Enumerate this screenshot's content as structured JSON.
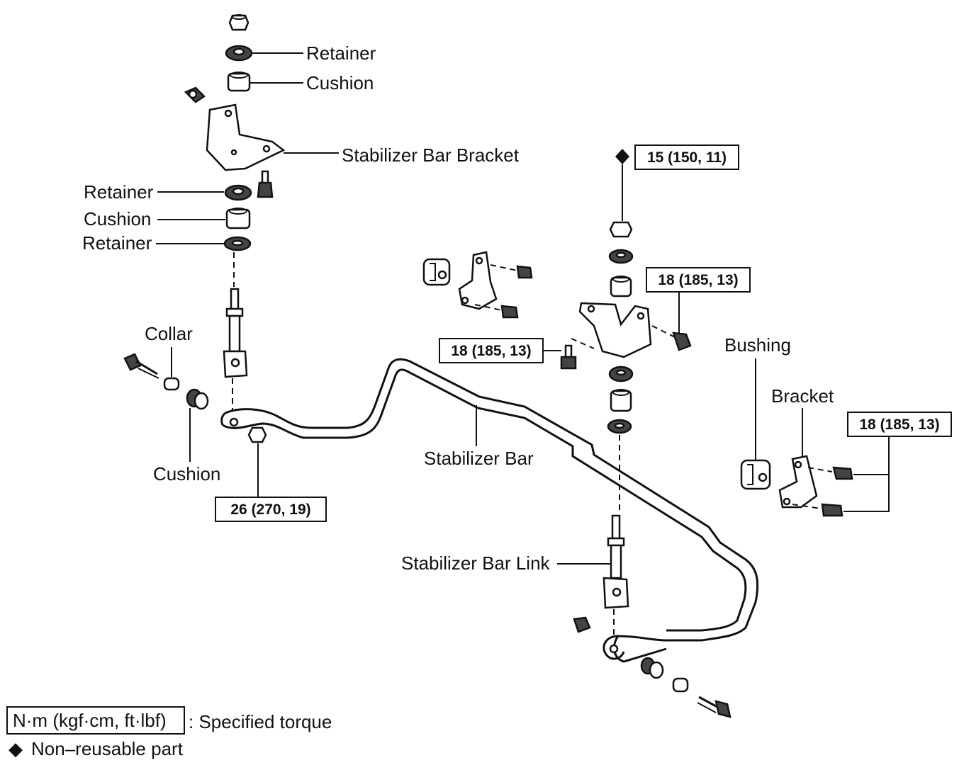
{
  "labels": {
    "retainer_top": "Retainer",
    "cushion_top": "Cushion",
    "stabilizer_bar_bracket": "Stabilizer Bar Bracket",
    "retainer_left_1": "Retainer",
    "cushion_left": "Cushion",
    "retainer_left_2": "Retainer",
    "collar": "Collar",
    "cushion_bottom": "Cushion",
    "stabilizer_bar": "Stabilizer Bar",
    "stabilizer_bar_link": "Stabilizer Bar Link",
    "bushing": "Bushing",
    "bracket": "Bracket"
  },
  "torques": {
    "nut_right": "15 (150, 11)",
    "bolt_right_bracket": "18 (185, 13)",
    "bolt_center": "18 (185, 13)",
    "bolt_far_right": "18 (185, 13)",
    "nut_left": "26 (270, 19)"
  },
  "legend": {
    "unit_box": "N·m (kgf·cm, ft·lbf)",
    "unit_text": ": Specified torque",
    "nonreusable_symbol": "◆",
    "nonreusable_text": "Non–reusable part"
  }
}
